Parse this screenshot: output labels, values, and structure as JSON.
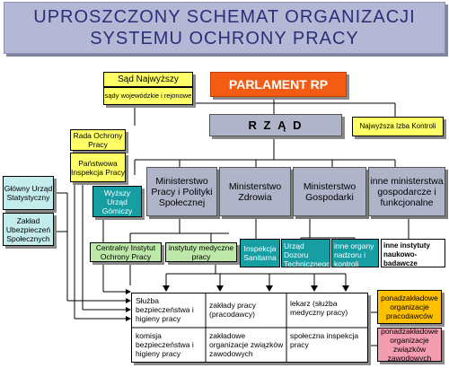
{
  "title": {
    "line1": "UPROSZCZONY SCHEMAT ORGANIZACJI",
    "line2": "SYSTEMU OCHRONY PRACY"
  },
  "top": {
    "sad_najwyzszy": "Sąd Najwyższy",
    "sady_wojewodzkie": "sądy wojewódzkie i rejonowe",
    "parlament": "PARLAMENT RP",
    "nik": "Najwyższa Izba Kontroli",
    "rzad": "R Z Ą D"
  },
  "left": {
    "rada": "Rada Ochrony Pracy",
    "pip": "Państwowa Inspekcja Pracy",
    "wug": "Wyższy Urząd Górniczy",
    "gus": "Główny Urząd Statystyczny",
    "zus": "Zakład Ubezpieczeń Społecznych"
  },
  "ministries": {
    "m1": "Ministerstwo Pracy i Polityki Społecznej",
    "m2": "Ministerstwo Zdrowia",
    "m3": "Ministerstwo Gospodarki",
    "m4": "inne ministerstwa gospodarcze i funkcjonalne"
  },
  "agencies": {
    "ciop": "Centralny Instytut Ochrony Pracy",
    "instytuty": "instytuty medyczne pracy",
    "sanitarna": "Inspekcja Sanitarna",
    "udt": "Urząd Dozoru Technicznego",
    "inne_organy": "inne organy nadzoru i kontroli",
    "inne_instytuty": "inne instytuty naukowo-badawcze"
  },
  "table": {
    "r1c1": "Służba bezpieczeństwa i higieny pracy",
    "r1c2": "zakłady pracy (pracodawcy)",
    "r1c3": "lekarz (służba medyczny pracy)",
    "r2c1": "komisja bezpieczeństwa i higieny pracy",
    "r2c2": "zakładowe organizacje związków zawodowych",
    "r2c3": "społeczna inspekcja pracy"
  },
  "right": {
    "pracodawcy": "ponadzakładowe organizacje pracodawców",
    "zwiazki": "ponadzakładowe organizacje związków zawodowych"
  },
  "colors": {
    "title_bg": "#b4b8d4",
    "parlament": "#f25c14",
    "yellow": "#ffff66",
    "ministry": "#b0b4c8",
    "teal": "#169ea3",
    "cyan_light": "#c4ecec",
    "green_light": "#bde8a9",
    "orange": "#ffc000",
    "pink": "#f49cb0"
  }
}
